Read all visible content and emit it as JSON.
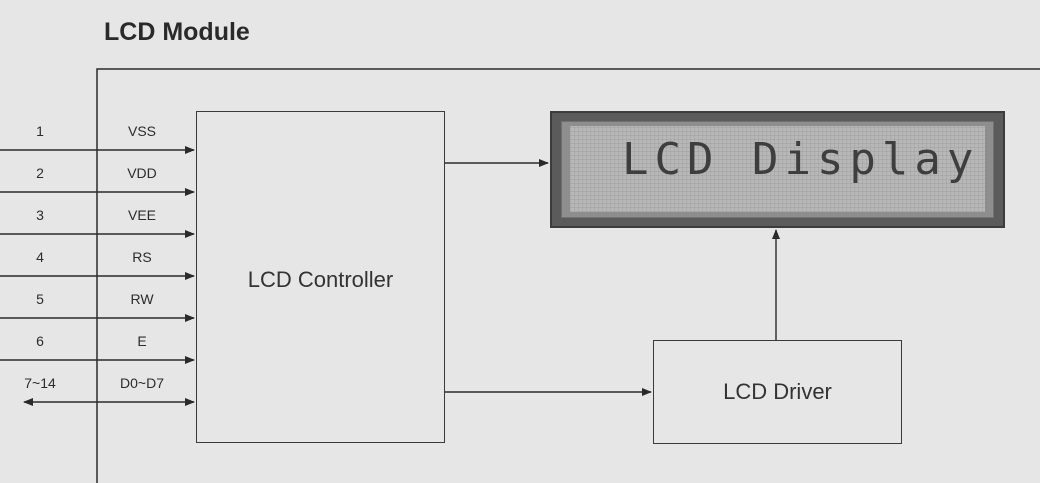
{
  "diagram": {
    "title": "LCD Module",
    "controller_label": "LCD Controller",
    "driver_label": "LCD Driver",
    "display_text": "LCD Display",
    "pins": [
      {
        "number": "1",
        "name": "VSS"
      },
      {
        "number": "2",
        "name": "VDD"
      },
      {
        "number": "3",
        "name": "VEE"
      },
      {
        "number": "4",
        "name": "RS"
      },
      {
        "number": "5",
        "name": "RW"
      },
      {
        "number": "6",
        "name": "E"
      },
      {
        "number": "7~14",
        "name": "D0~D7"
      }
    ]
  }
}
